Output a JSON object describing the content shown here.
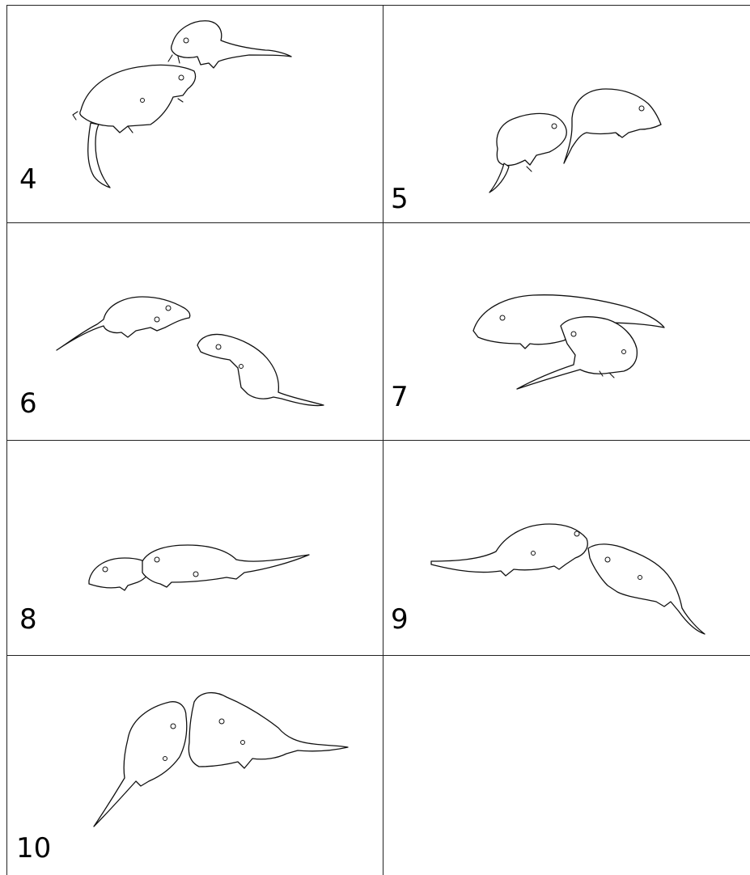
{
  "panels": [
    {
      "label": "4",
      "icon": "two-shrews-icon"
    },
    {
      "label": "5",
      "icon": "two-shrews-icon"
    },
    {
      "label": "6",
      "icon": "two-shrews-icon"
    },
    {
      "label": "7",
      "icon": "two-shrews-icon"
    },
    {
      "label": "8",
      "icon": "two-shrews-icon"
    },
    {
      "label": "9",
      "icon": "two-shrews-icon"
    },
    {
      "label": "10",
      "icon": "two-shrews-icon"
    }
  ]
}
